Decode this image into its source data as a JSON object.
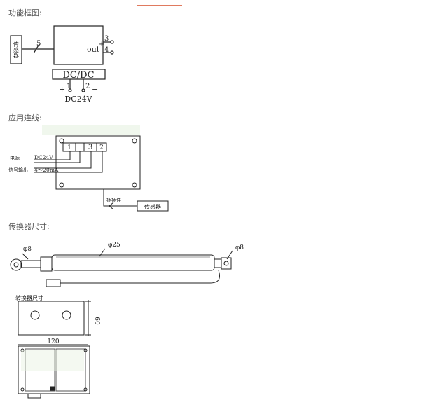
{
  "sections": {
    "block_diagram_title": "功能框图:",
    "wiring_title": "应用连线:",
    "sensor_dims_title": "传换器尺寸:"
  },
  "block_diagram": {
    "side_label": "传感器",
    "input_pin": "5",
    "out_label": "out",
    "plus": "+",
    "minus": "−",
    "pin3": "3",
    "pin4": "4",
    "dcdc_label": "DC/DC",
    "pin1": "1",
    "pin2": "2",
    "supply_label": "DC24V"
  },
  "wiring": {
    "terminal_left": "1",
    "terminal_mid": "3",
    "terminal_right": "2",
    "power_label": "电源",
    "power_value": "DC24V",
    "signal_label": "信号输出",
    "signal_value": "4～20mA",
    "connector_label": "插插件",
    "sensor_box": "传感器"
  },
  "sensor_dims": {
    "dia_left": "φ8",
    "dia_tube": "φ25",
    "dia_right": "φ8",
    "box_caption": "转换器尺寸",
    "height_label": "60",
    "width_label": "120"
  }
}
